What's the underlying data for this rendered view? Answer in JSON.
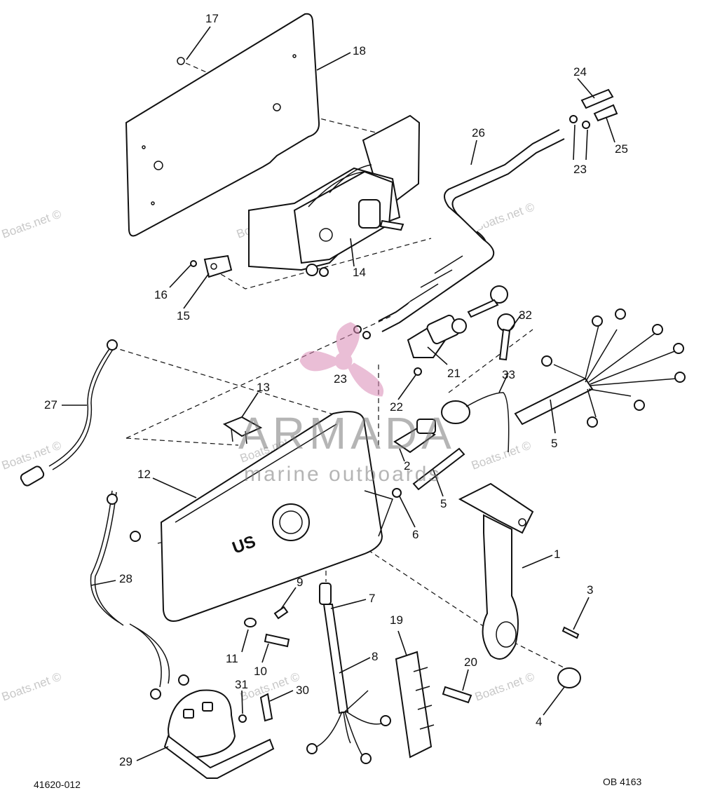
{
  "watermark": {
    "text": "Boats.net ©",
    "logo_title": "ARMADA",
    "logo_subtitle": "marine outboards",
    "logo_color": "#d98ab5"
  },
  "codes": {
    "left": "41620-012",
    "right": "OB 4163"
  },
  "callouts": [
    {
      "id": "c17",
      "label": "17"
    },
    {
      "id": "c18",
      "label": "18"
    },
    {
      "id": "c24",
      "label": "24"
    },
    {
      "id": "c26",
      "label": "26"
    },
    {
      "id": "c25",
      "label": "25"
    },
    {
      "id": "c23a",
      "label": "23"
    },
    {
      "id": "c14",
      "label": "14"
    },
    {
      "id": "c16",
      "label": "16"
    },
    {
      "id": "c15",
      "label": "15"
    },
    {
      "id": "c32",
      "label": "32"
    },
    {
      "id": "c21",
      "label": "21"
    },
    {
      "id": "c23b",
      "label": "23"
    },
    {
      "id": "c22",
      "label": "22"
    },
    {
      "id": "c33",
      "label": "33"
    },
    {
      "id": "c27",
      "label": "27"
    },
    {
      "id": "c13",
      "label": "13"
    },
    {
      "id": "c5a",
      "label": "5"
    },
    {
      "id": "c2",
      "label": "2"
    },
    {
      "id": "c12",
      "label": "12"
    },
    {
      "id": "c5b",
      "label": "5"
    },
    {
      "id": "c6",
      "label": "6"
    },
    {
      "id": "c1",
      "label": "1"
    },
    {
      "id": "c28",
      "label": "28"
    },
    {
      "id": "c9",
      "label": "9"
    },
    {
      "id": "c7",
      "label": "7"
    },
    {
      "id": "c3",
      "label": "3"
    },
    {
      "id": "c19",
      "label": "19"
    },
    {
      "id": "c11",
      "label": "11"
    },
    {
      "id": "c10",
      "label": "10"
    },
    {
      "id": "c8",
      "label": "8"
    },
    {
      "id": "c20",
      "label": "20"
    },
    {
      "id": "c31",
      "label": "31"
    },
    {
      "id": "c30",
      "label": "30"
    },
    {
      "id": "c4",
      "label": "4"
    },
    {
      "id": "c29",
      "label": "29"
    }
  ]
}
